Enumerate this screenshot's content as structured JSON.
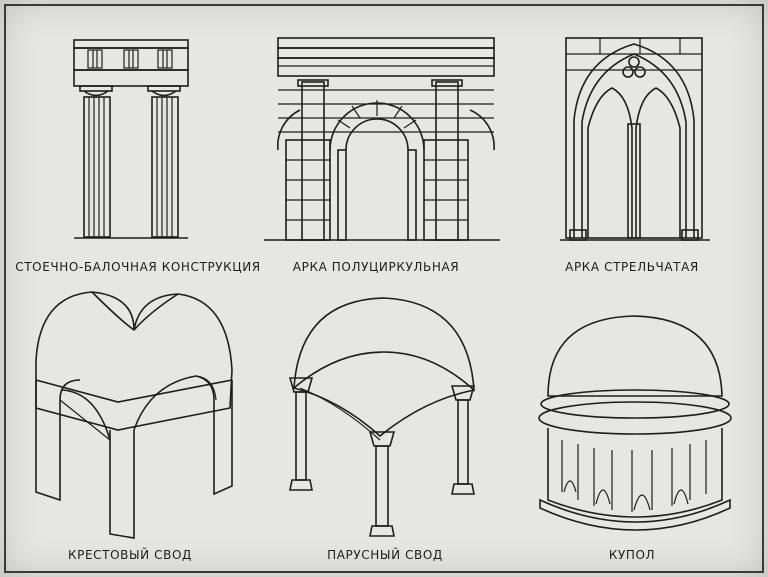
{
  "captions": {
    "post_beam": "СТОЕЧНО-БАЛОЧНАЯ КОНСТРУКЦИЯ",
    "semicircular_arch": "АРКА ПОЛУЦИРКУЛЬНАЯ",
    "pointed_arch": "АРКА СТРЕЛЬЧАТАЯ",
    "cross_vault": "КРЕСТОВЫЙ СВОД",
    "sail_vault": "ПАРУСНЫЙ СВОД",
    "dome": "КУПОЛ"
  }
}
